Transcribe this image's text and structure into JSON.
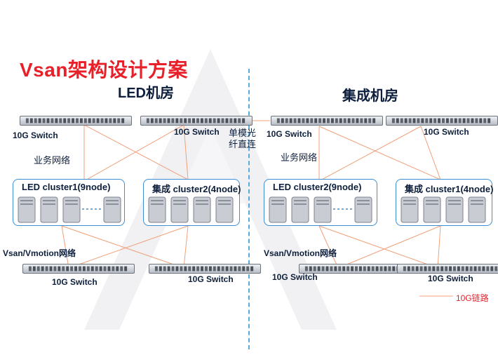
{
  "title": "Vsan架构设计方案",
  "rooms": {
    "left": {
      "title": "LED机房"
    },
    "right": {
      "title": "集成机房"
    }
  },
  "switch_label": "10G Switch",
  "business_network_label": "业务网络",
  "vsan_network_label": "Vsan/Vmotion网络",
  "fiber_label": {
    "line1": "单模光",
    "line2": "纤直连"
  },
  "clusters": {
    "left_a": "LED cluster1(9node)",
    "left_b": "集成 cluster2(4node)",
    "right_a": "LED cluster2(9node)",
    "right_b": "集成 cluster1(4node)"
  },
  "legend": {
    "label": "10G链路",
    "color": "#f0a07a"
  },
  "colors": {
    "title": "#e8202a",
    "link": "#f0a07a",
    "cluster_border": "#3b8fd6",
    "divider": "#5aa9dc"
  }
}
